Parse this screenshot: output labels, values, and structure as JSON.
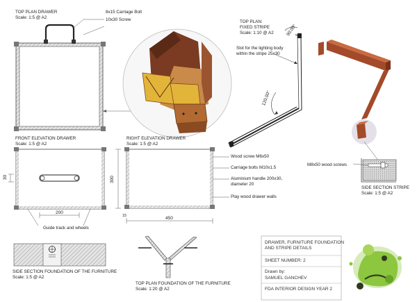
{
  "drawings": {
    "top_plan_drawer": {
      "title": "TOP PLAN DRAWER",
      "scale": "Scale: 1:5 @ A2",
      "callouts": [
        "8x15 Carriage Bolt",
        "10x30 Screw"
      ]
    },
    "top_plan_fixed_stripe": {
      "title": "TOP PLAN:",
      "subtitle": "FIXED STRIPE",
      "scale": "Scale: 1:10 @ A2",
      "angle_top": "90.00°",
      "angle_inner": "120.00°",
      "note": [
        "Slot for the lighting body",
        "within the stripe 25x30"
      ]
    },
    "front_elevation_drawer": {
      "title": "FRONT ELEVATION DRAWER",
      "scale": "Scale: 1:5 @ A2",
      "dim_height": "30",
      "dim_width": "200",
      "note": "Guide track and wheels"
    },
    "right_elevation_drawer": {
      "title": "RIGHT ELEVATION DRAWER",
      "scale": "Scale: 1:5 @ A2",
      "dim_height": "300",
      "dim_width": "450",
      "dim_small": "15",
      "callouts": [
        "Wood screw M6x50",
        "Carriage bolts M10x1.5",
        "Aluminium handle 200x30,",
        "diameter 20",
        "Play wood drawer walls"
      ]
    },
    "side_section_stripe": {
      "title": "SIDE SECTION STRIPE",
      "scale": "Scale: 1:5 @ A2",
      "note": "M8x50 wood screws"
    },
    "side_section_foundation": {
      "title": "SIDE SECTION FOUNDATION OF THE FURNITURE",
      "scale": "Scale: 1:5 @ A2"
    },
    "top_plan_foundation": {
      "title": "TOP PLAN FOUNDATION OF THE FURNITURE",
      "scale": "Scale: 1:20 @ A2"
    }
  },
  "title_block": {
    "title_line1": "DRAWER, FURNITURE FOUNDATION",
    "title_line2": "AND STRIPE DETAILS",
    "sheet": "SHEET NUMBER: 2",
    "drawn_by_label": "Drawn by:",
    "drawn_by": "SAMUEL GANCHEV",
    "course": "FDA INTERIOR DESIGN YEAR 2"
  },
  "colors": {
    "wood": "#a34a2a",
    "wood_light": "#d99a5e",
    "gold": "#e3b43a",
    "logo_green": "#8dc63f",
    "hatch": "#cfcfcf"
  }
}
